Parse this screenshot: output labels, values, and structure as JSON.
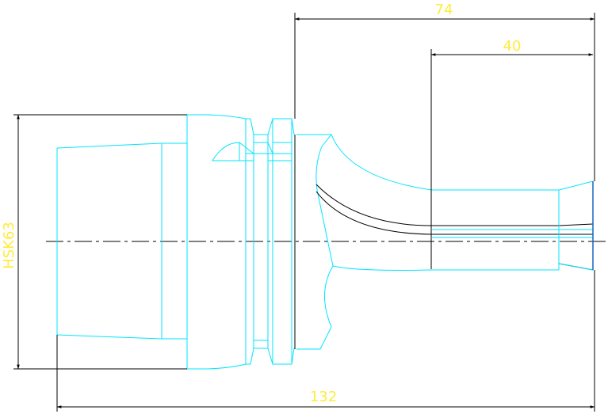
{
  "drawing": {
    "dimensions": {
      "top_overall": "74",
      "top_inner": "40",
      "bottom_overall": "132",
      "left_vertical": "HSK63"
    },
    "colors": {
      "outline": "#00e5ff",
      "dimension_lines": "#000000",
      "dimension_text": "#ffeb3b",
      "edge_accent": "#1565c0"
    }
  }
}
